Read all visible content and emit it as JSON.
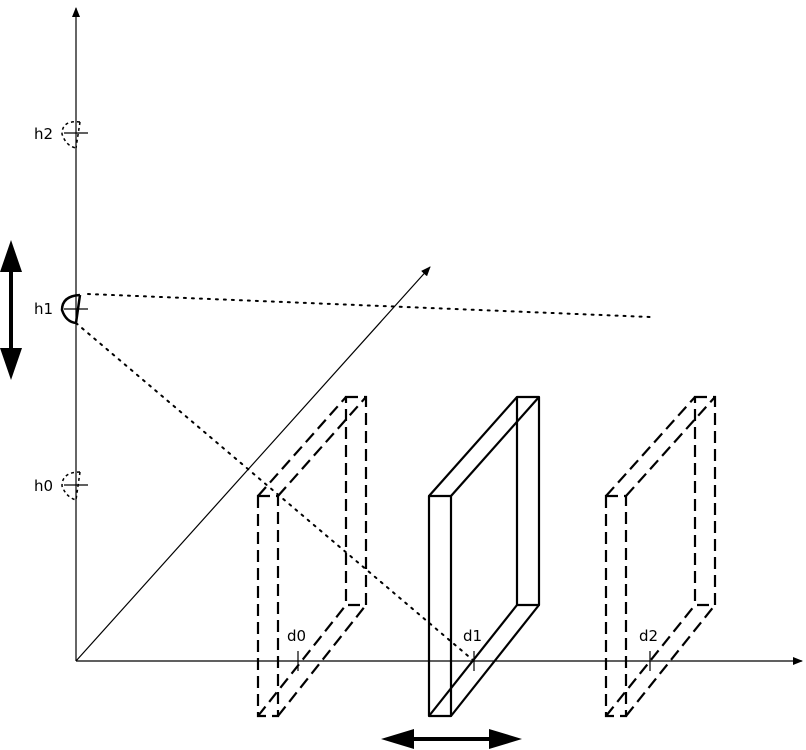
{
  "labels": {
    "h0": "h0",
    "h1": "h1",
    "h2": "h2",
    "d0": "d0",
    "d1": "d1",
    "d2": "d2"
  },
  "icons": {
    "vertical_arrow": "double-headed-vertical-arrow",
    "horizontal_arrow": "double-headed-horizontal-arrow",
    "eye": "eye-viewpoint"
  }
}
